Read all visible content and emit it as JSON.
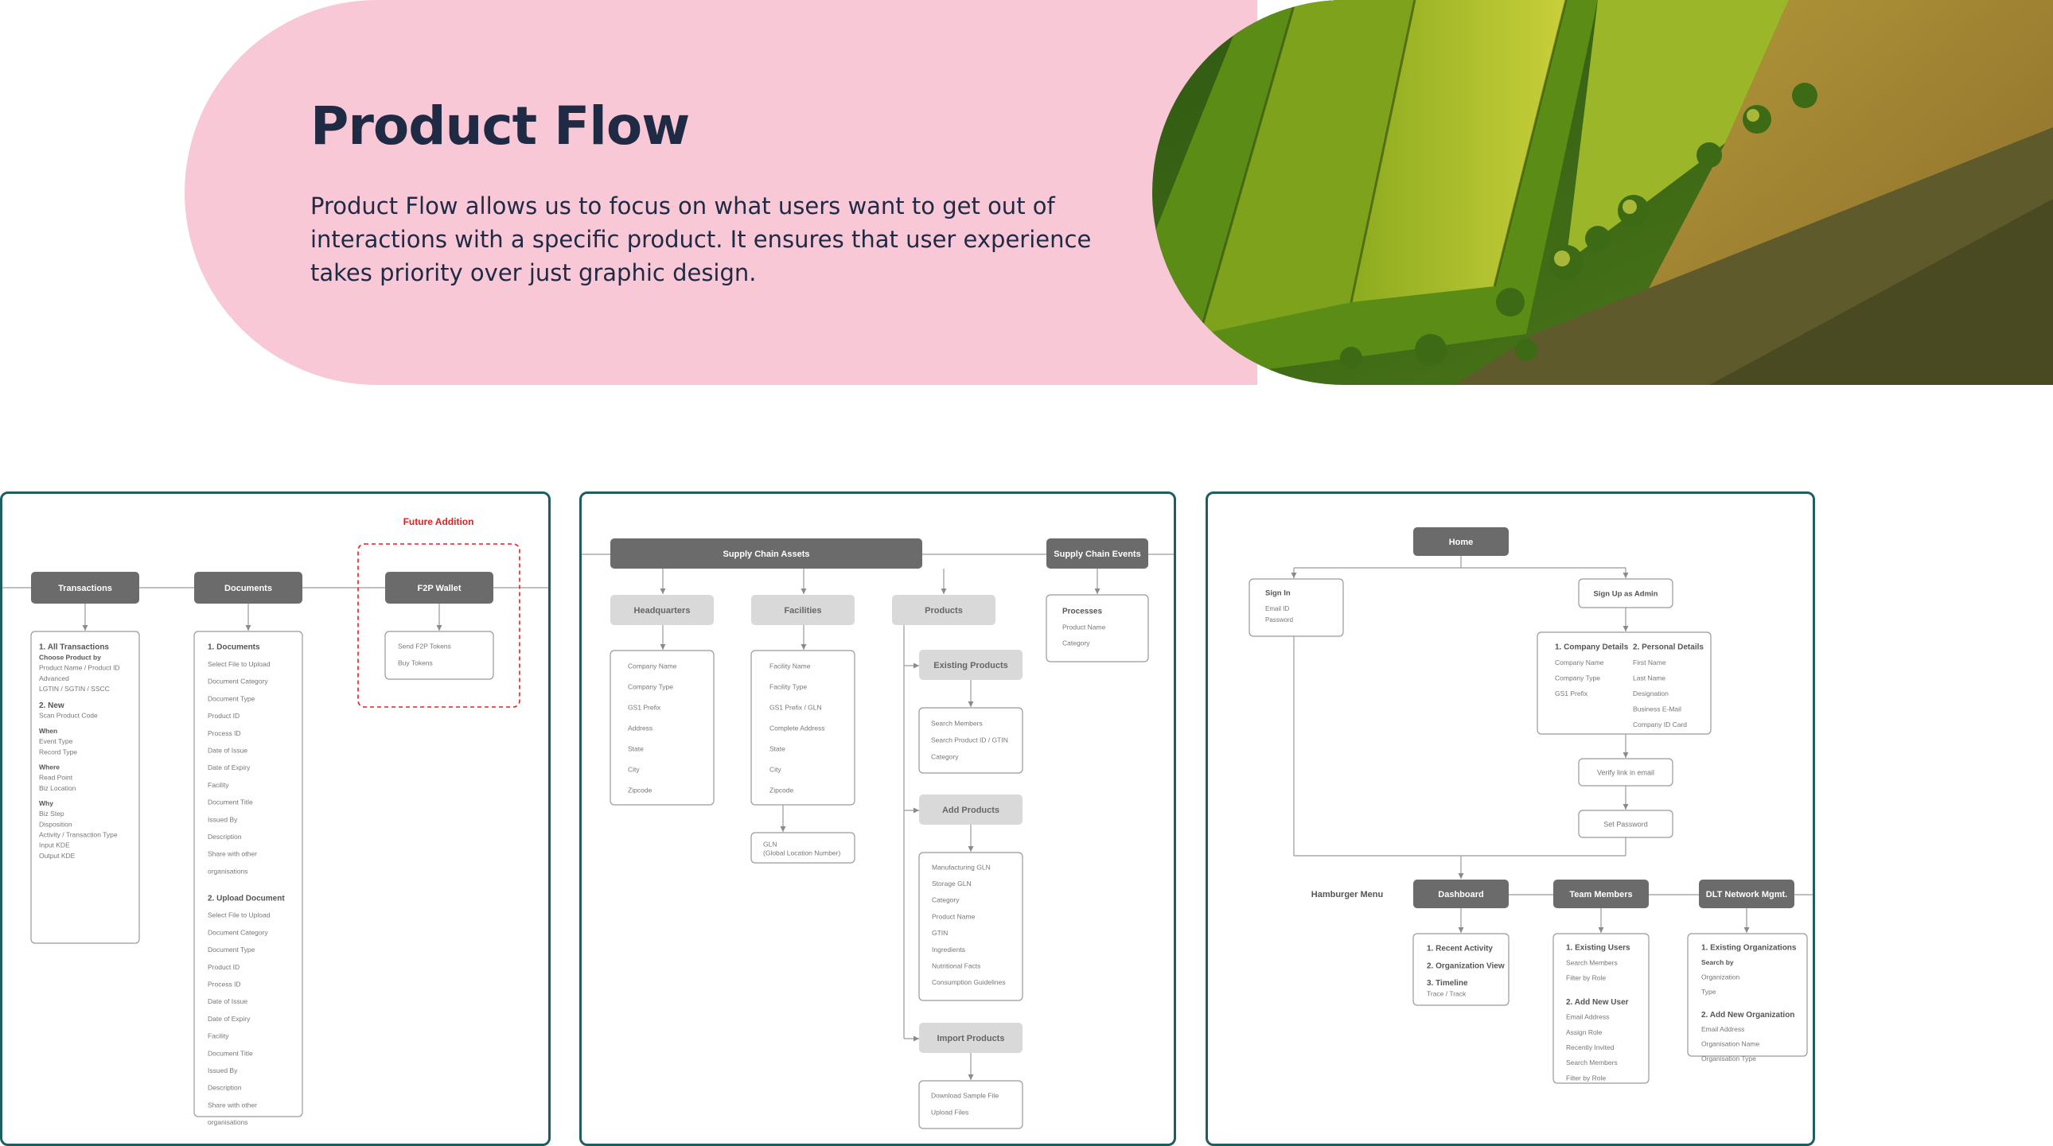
{
  "hero": {
    "title": "Product Flow",
    "description": "Product Flow allows us to focus on what users want to get out of interactions with a specific product. It ensures that user experience takes priority over just graphic design."
  },
  "colors": {
    "hero_bg": "#f8c8d6",
    "title": "#1f2a44",
    "panel_border": "#1f5e60",
    "node_dark": "#6b6b6b",
    "node_light": "#d9d9d9",
    "future": "#e02020"
  },
  "panel1": {
    "future_label": "Future Addition",
    "headers": [
      "Transactions",
      "Documents",
      "F2P Wallet"
    ],
    "transactions": [
      {
        "t": "1. All Transactions",
        "s": 1
      },
      {
        "t": "Choose Product by",
        "s": 2
      },
      {
        "t": "Product Name / Product ID",
        "s": 0
      },
      {
        "t": "Advanced",
        "s": 0
      },
      {
        "t": "LGTIN / SGTIN / SSCC",
        "s": 0
      },
      {
        "t": "2. New",
        "s": 1
      },
      {
        "t": "Scan Product Code",
        "s": 0
      },
      {
        "t": "When",
        "s": 2
      },
      {
        "t": "Event Type",
        "s": 0
      },
      {
        "t": "Record Type",
        "s": 0
      },
      {
        "t": "Where",
        "s": 2
      },
      {
        "t": "Read Point",
        "s": 0
      },
      {
        "t": "Biz Location",
        "s": 0
      },
      {
        "t": "Why",
        "s": 2
      },
      {
        "t": "Biz Step",
        "s": 0
      },
      {
        "t": "Disposition",
        "s": 0
      },
      {
        "t": "Activity / Transaction Type",
        "s": 0
      },
      {
        "t": "Input KDE",
        "s": 0
      },
      {
        "t": "Output KDE",
        "s": 0
      }
    ],
    "documents": [
      {
        "t": "1. Documents",
        "s": 1
      },
      {
        "t": "Select File to Upload",
        "s": 0
      },
      {
        "t": "Document Category",
        "s": 0
      },
      {
        "t": "Document Type",
        "s": 0
      },
      {
        "t": "Product ID",
        "s": 0
      },
      {
        "t": "Process ID",
        "s": 0
      },
      {
        "t": "Date of Issue",
        "s": 0
      },
      {
        "t": "Date of Expiry",
        "s": 0
      },
      {
        "t": "Facility",
        "s": 0
      },
      {
        "t": "Document Title",
        "s": 0
      },
      {
        "t": "Issued By",
        "s": 0
      },
      {
        "t": "Description",
        "s": 0
      },
      {
        "t": "Share with other",
        "s": 0
      },
      {
        "t": "organisations",
        "s": 0
      },
      {
        "t": "2. Upload Document",
        "s": 1
      },
      {
        "t": "Select File to Upload",
        "s": 0
      },
      {
        "t": "Document Category",
        "s": 0
      },
      {
        "t": "Document Type",
        "s": 0
      },
      {
        "t": "Product ID",
        "s": 0
      },
      {
        "t": "Process ID",
        "s": 0
      },
      {
        "t": "Date of Issue",
        "s": 0
      },
      {
        "t": "Date of Expiry",
        "s": 0
      },
      {
        "t": "Facility",
        "s": 0
      },
      {
        "t": "Document Title",
        "s": 0
      },
      {
        "t": "Issued By",
        "s": 0
      },
      {
        "t": "Description",
        "s": 0
      },
      {
        "t": "Share with other",
        "s": 0
      },
      {
        "t": "organisations",
        "s": 0
      }
    ],
    "wallet": [
      "Send F2P Tokens",
      "Buy Tokens"
    ]
  },
  "panel2": {
    "top": [
      "Supply Chain Assets",
      "Supply Chain Events"
    ],
    "subs": [
      "Headquarters",
      "Facilities",
      "Products"
    ],
    "headquarters": [
      "Company Name",
      "Company Type",
      "GS1 Prefix",
      "Address",
      "State",
      "City",
      "Zipcode"
    ],
    "facilities": [
      "Facility Name",
      "Facility Type",
      "GS1 Prefix / GLN",
      "Complete Address",
      "State",
      "City",
      "Zipcode"
    ],
    "gln": [
      "GLN",
      "(Global Location Number)"
    ],
    "events": [
      {
        "t": "Processes",
        "s": 1
      },
      {
        "t": "Product Name",
        "s": 0
      },
      {
        "t": "Category",
        "s": 0
      }
    ],
    "product_actions": [
      "Existing Products",
      "Add Products",
      "Import Products"
    ],
    "existing": [
      "Search Members",
      "Search Product ID / GTIN",
      "Category"
    ],
    "add": [
      "Manufacturing GLN",
      "Storage GLN",
      "Category",
      "Product Name",
      "GTIN",
      "Ingredients",
      "Nutritional Facts",
      "Consumption Guidelines"
    ],
    "import": [
      "Download Sample File",
      "Upload Files"
    ]
  },
  "panel3": {
    "home": "Home",
    "signin": [
      "Sign In",
      "Email ID",
      "Password"
    ],
    "signup": "Sign Up as Admin",
    "company": [
      {
        "t": "1. Company Details",
        "s": 1
      },
      {
        "t": "Company Name",
        "s": 0
      },
      {
        "t": "Company Type",
        "s": 0
      },
      {
        "t": "GS1 Prefix",
        "s": 0
      }
    ],
    "personal": [
      {
        "t": "2. Personal Details",
        "s": 1
      },
      {
        "t": "First Name",
        "s": 0
      },
      {
        "t": "Last Name",
        "s": 0
      },
      {
        "t": "Designation",
        "s": 0
      },
      {
        "t": "Business E-Mail",
        "s": 0
      },
      {
        "t": "Company ID Card",
        "s": 0
      }
    ],
    "verify": "Verify link in email",
    "setpw": "Set Password",
    "hamburger": "Hamburger Menu",
    "menu": [
      "Dashboard",
      "Team Members",
      "DLT Network Mgmt."
    ],
    "dashboard": [
      {
        "t": "1. Recent Activity",
        "s": 1
      },
      {
        "t": "2. Organization View",
        "s": 1
      },
      {
        "t": "3. Timeline",
        "s": 1
      },
      {
        "t": "Trace / Track",
        "s": 0
      }
    ],
    "team": [
      {
        "t": "1. Existing Users",
        "s": 1
      },
      {
        "t": "Search Members",
        "s": 0
      },
      {
        "t": "Filter by Role",
        "s": 0
      },
      {
        "t": "2. Add New User",
        "s": 1
      },
      {
        "t": "Email Address",
        "s": 0
      },
      {
        "t": "Assign Role",
        "s": 0
      },
      {
        "t": "Recently Invited",
        "s": 0
      },
      {
        "t": "Search Members",
        "s": 0
      },
      {
        "t": "Filter by Role",
        "s": 0
      }
    ],
    "dlt": [
      {
        "t": "1. Existing Organizations",
        "s": 1
      },
      {
        "t": "Search by",
        "s": 2
      },
      {
        "t": "Organization",
        "s": 0
      },
      {
        "t": "Type",
        "s": 0
      },
      {
        "t": "2. Add New Organization",
        "s": 1
      },
      {
        "t": "Email Address",
        "s": 0
      },
      {
        "t": "Organisation Name",
        "s": 0
      },
      {
        "t": "Organisation Type",
        "s": 0
      }
    ]
  }
}
